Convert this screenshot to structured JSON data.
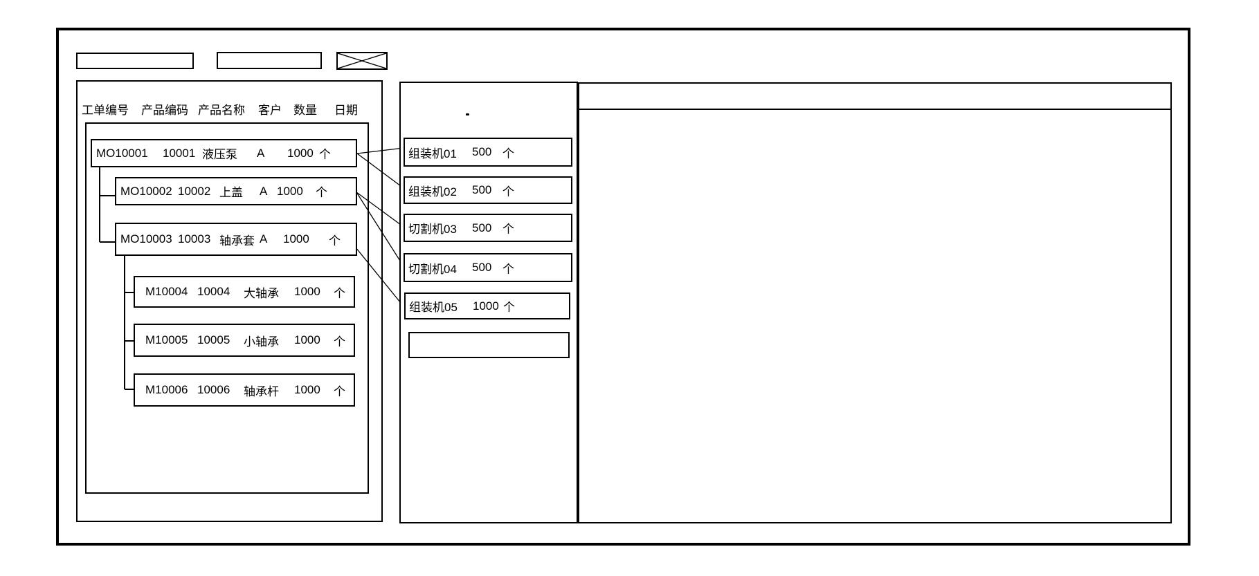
{
  "app": {
    "toolbar": {
      "field1_value": "",
      "field2_value": "",
      "close_icon": "close-x"
    },
    "orders_panel": {
      "columns": [
        "工单编号",
        "产品编码",
        "产品名称",
        "客户",
        "数量",
        "日期"
      ],
      "rows": [
        {
          "order_no": "MO10001",
          "product_code": "10001",
          "product_name": "液压泵",
          "customer": "A",
          "qty": "1000",
          "unit": "个"
        },
        {
          "order_no": "MO10002",
          "product_code": "10002",
          "product_name": "上盖",
          "customer": "A",
          "qty": "1000",
          "unit": "个"
        },
        {
          "order_no": "MO10003",
          "product_code": "10003",
          "product_name": "轴承套",
          "customer": "A",
          "qty": "1000",
          "unit": "个"
        },
        {
          "order_no": "M10004",
          "product_code": "10004",
          "product_name": "大轴承",
          "customer": "",
          "qty": "1000",
          "unit": "个"
        },
        {
          "order_no": "M10005",
          "product_code": "10005",
          "product_name": "小轴承",
          "customer": "",
          "qty": "1000",
          "unit": "个"
        },
        {
          "order_no": "M10006",
          "product_code": "10006",
          "product_name": "轴承杆",
          "customer": "",
          "qty": "1000",
          "unit": "个"
        }
      ]
    },
    "machines_panel": {
      "items": [
        {
          "name": "组装机01",
          "qty": "500",
          "unit": "个"
        },
        {
          "name": "组装机02",
          "qty": "500",
          "unit": "个"
        },
        {
          "name": "切割机03",
          "qty": "500",
          "unit": "个"
        },
        {
          "name": "切割机04",
          "qty": "500",
          "unit": "个"
        },
        {
          "name": "组装机05",
          "qty": "1000",
          "unit": "个"
        }
      ],
      "empty_slot_value": ""
    },
    "schedule_panel": {
      "content": ""
    },
    "colors": {
      "line": "#000000",
      "background": "#ffffff"
    }
  }
}
